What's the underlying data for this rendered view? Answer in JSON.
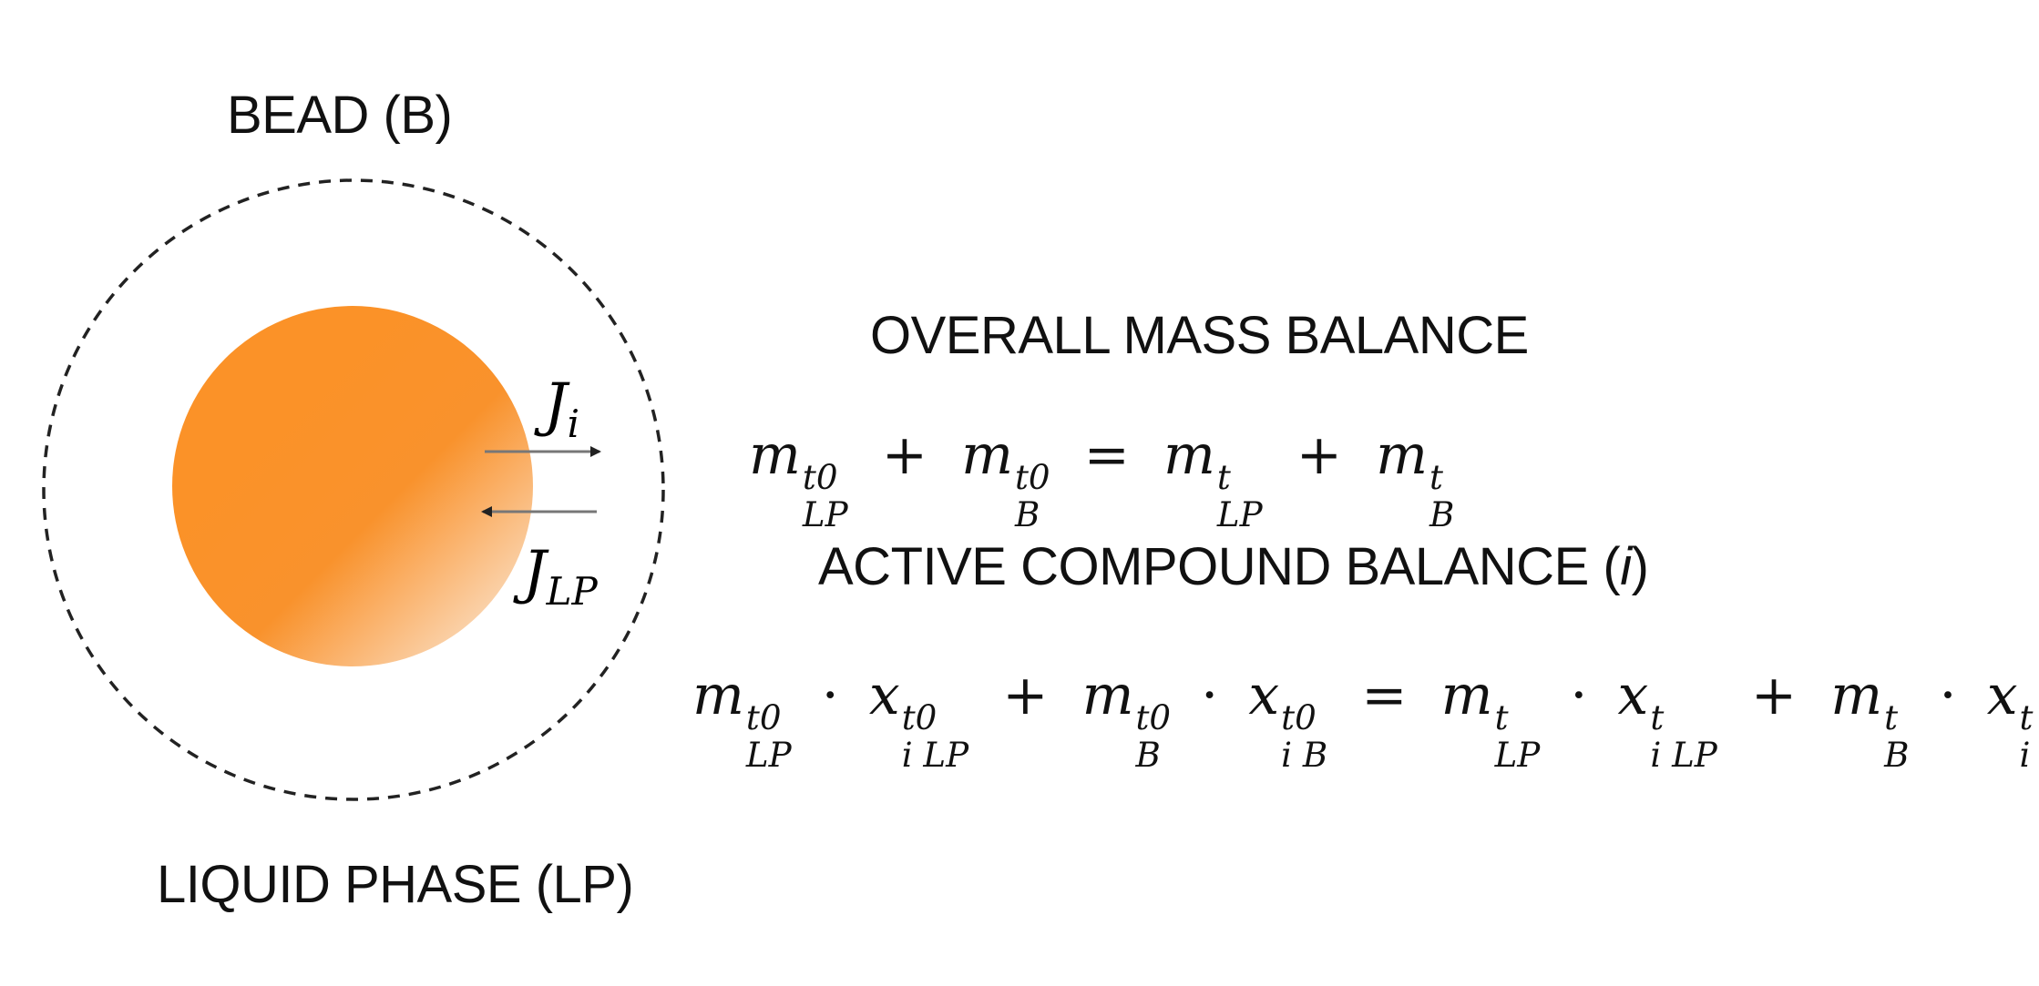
{
  "bead_label": "BEAD (B)",
  "liquid_phase_label": "LIQUID PHASE (LP)",
  "overall_title": "OVERALL MASS BALANCE",
  "active_title": {
    "text": "ACTIVE COMPOUND BALANCE (",
    "italic": "i",
    "close": ")"
  },
  "flux_labels": {
    "out": {
      "symbol": "J",
      "sub": "i"
    },
    "in": {
      "symbol": "J",
      "sub": "LP"
    }
  },
  "overall_equation": {
    "terms_left": [
      {
        "var": "m",
        "sup": "t0",
        "sub": "LP"
      },
      {
        "var": "m",
        "sup": "t0",
        "sub": "B"
      }
    ],
    "terms_right": [
      {
        "var": "m",
        "sup": "t",
        "sub": "LP"
      },
      {
        "var": "m",
        "sup": "t",
        "sub": "B"
      }
    ],
    "plus": "+",
    "equals": "="
  },
  "active_equation": {
    "terms_left": [
      {
        "m": {
          "var": "m",
          "sup": "t0",
          "sub": "LP"
        },
        "x": {
          "var": "x",
          "sup": "t0",
          "sub": "i LP"
        }
      },
      {
        "m": {
          "var": "m",
          "sup": "t0",
          "sub": "B"
        },
        "x": {
          "var": "x",
          "sup": "t0",
          "sub": "i B"
        }
      }
    ],
    "terms_right": [
      {
        "m": {
          "var": "m",
          "sup": "t",
          "sub": "LP"
        },
        "x": {
          "var": "x",
          "sup": "t",
          "sub": "i LP"
        }
      },
      {
        "m": {
          "var": "m",
          "sup": "t",
          "sub": "B"
        },
        "x": {
          "var": "x",
          "sup": "t",
          "sub": "i B"
        }
      }
    ],
    "plus": "+",
    "equals": "=",
    "dot": "·"
  },
  "colors": {
    "bead_fill_dark": "#fb9228",
    "bead_fill_light": "#fbe8d6",
    "boundary": "#222222",
    "arrow": "#333333",
    "text": "#111111"
  }
}
